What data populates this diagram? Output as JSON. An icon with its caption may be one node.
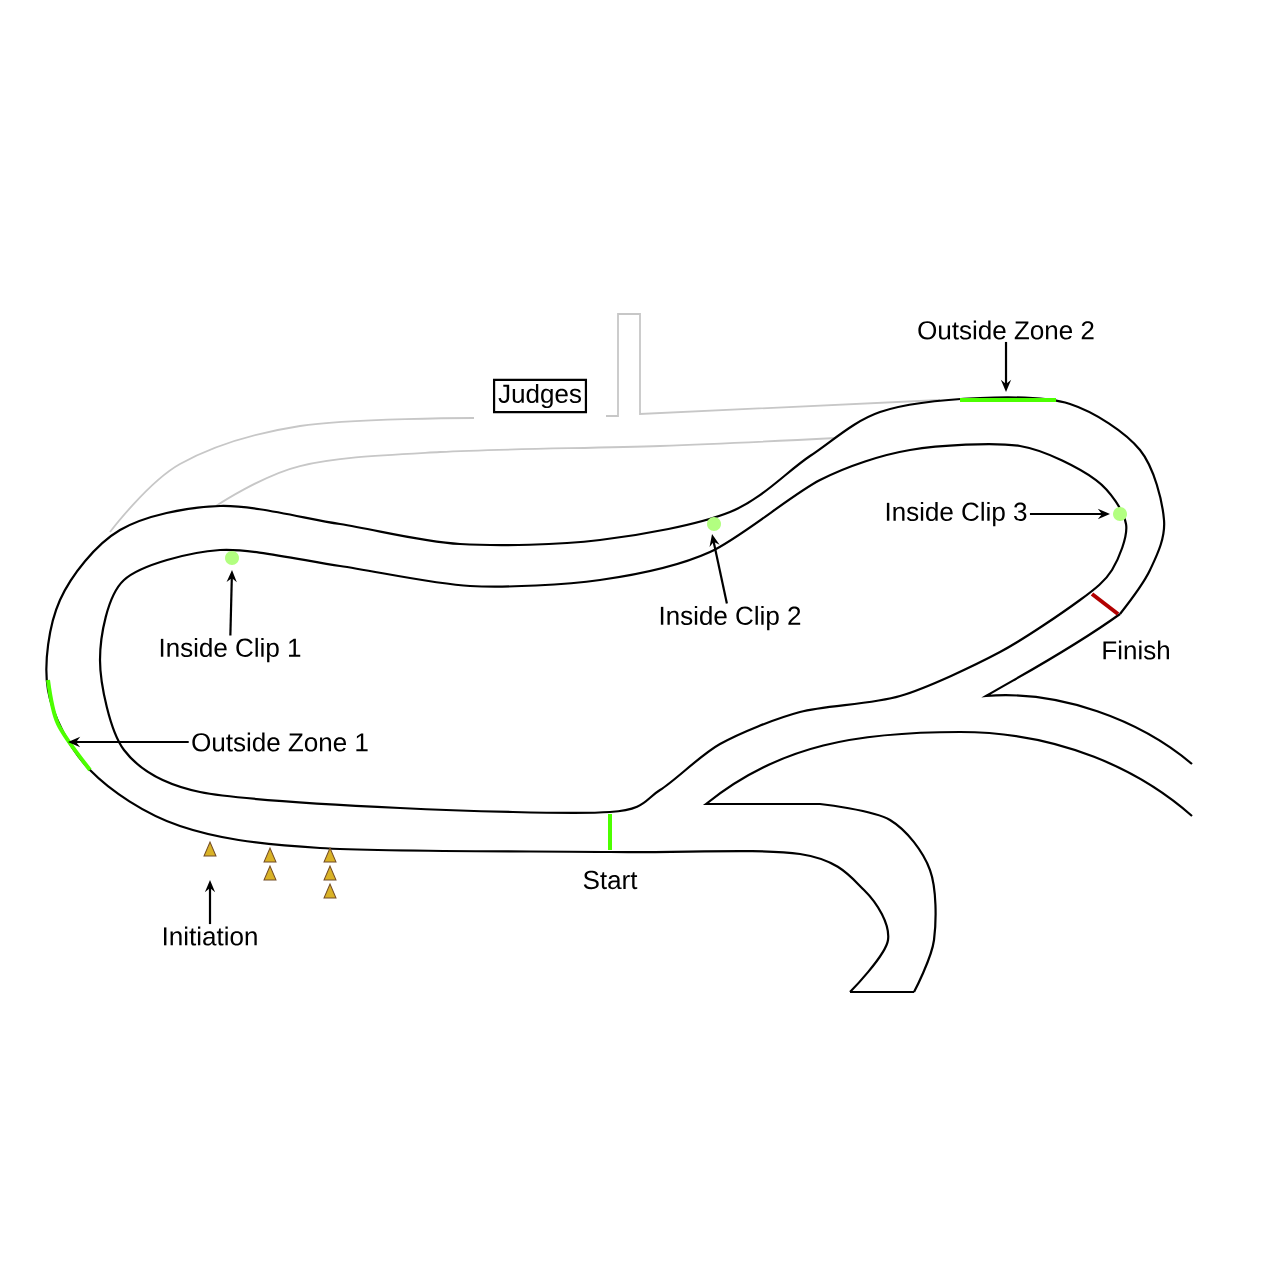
{
  "diagram": {
    "nodes": [
      {
        "text": [
          "Outside Zone 2"
        ]
      },
      {
        "text": [
          "Judges"
        ]
      },
      {
        "text": [
          "Inside Clip 3"
        ]
      },
      {
        "text": [
          "Inside Clip 2"
        ]
      },
      {
        "text": [
          "Inside Clip 1"
        ]
      },
      {
        "text": [
          "Outside Zone 1"
        ]
      },
      {
        "text": [
          "Initiation"
        ]
      }
    ],
    "edges": [
      {
        "from": 0,
        "to": null,
        "arrow": "to"
      },
      {
        "from": 2,
        "to": null,
        "arrow": "to"
      },
      {
        "from": 3,
        "to": null,
        "arrow": "to"
      },
      {
        "from": 4,
        "to": null,
        "arrow": "to"
      },
      {
        "from": 5,
        "to": null,
        "arrow": "to"
      },
      {
        "from": 6,
        "to": null,
        "arrow": "to"
      }
    ],
    "labels": [
      "Finish",
      "Start"
    ]
  }
}
